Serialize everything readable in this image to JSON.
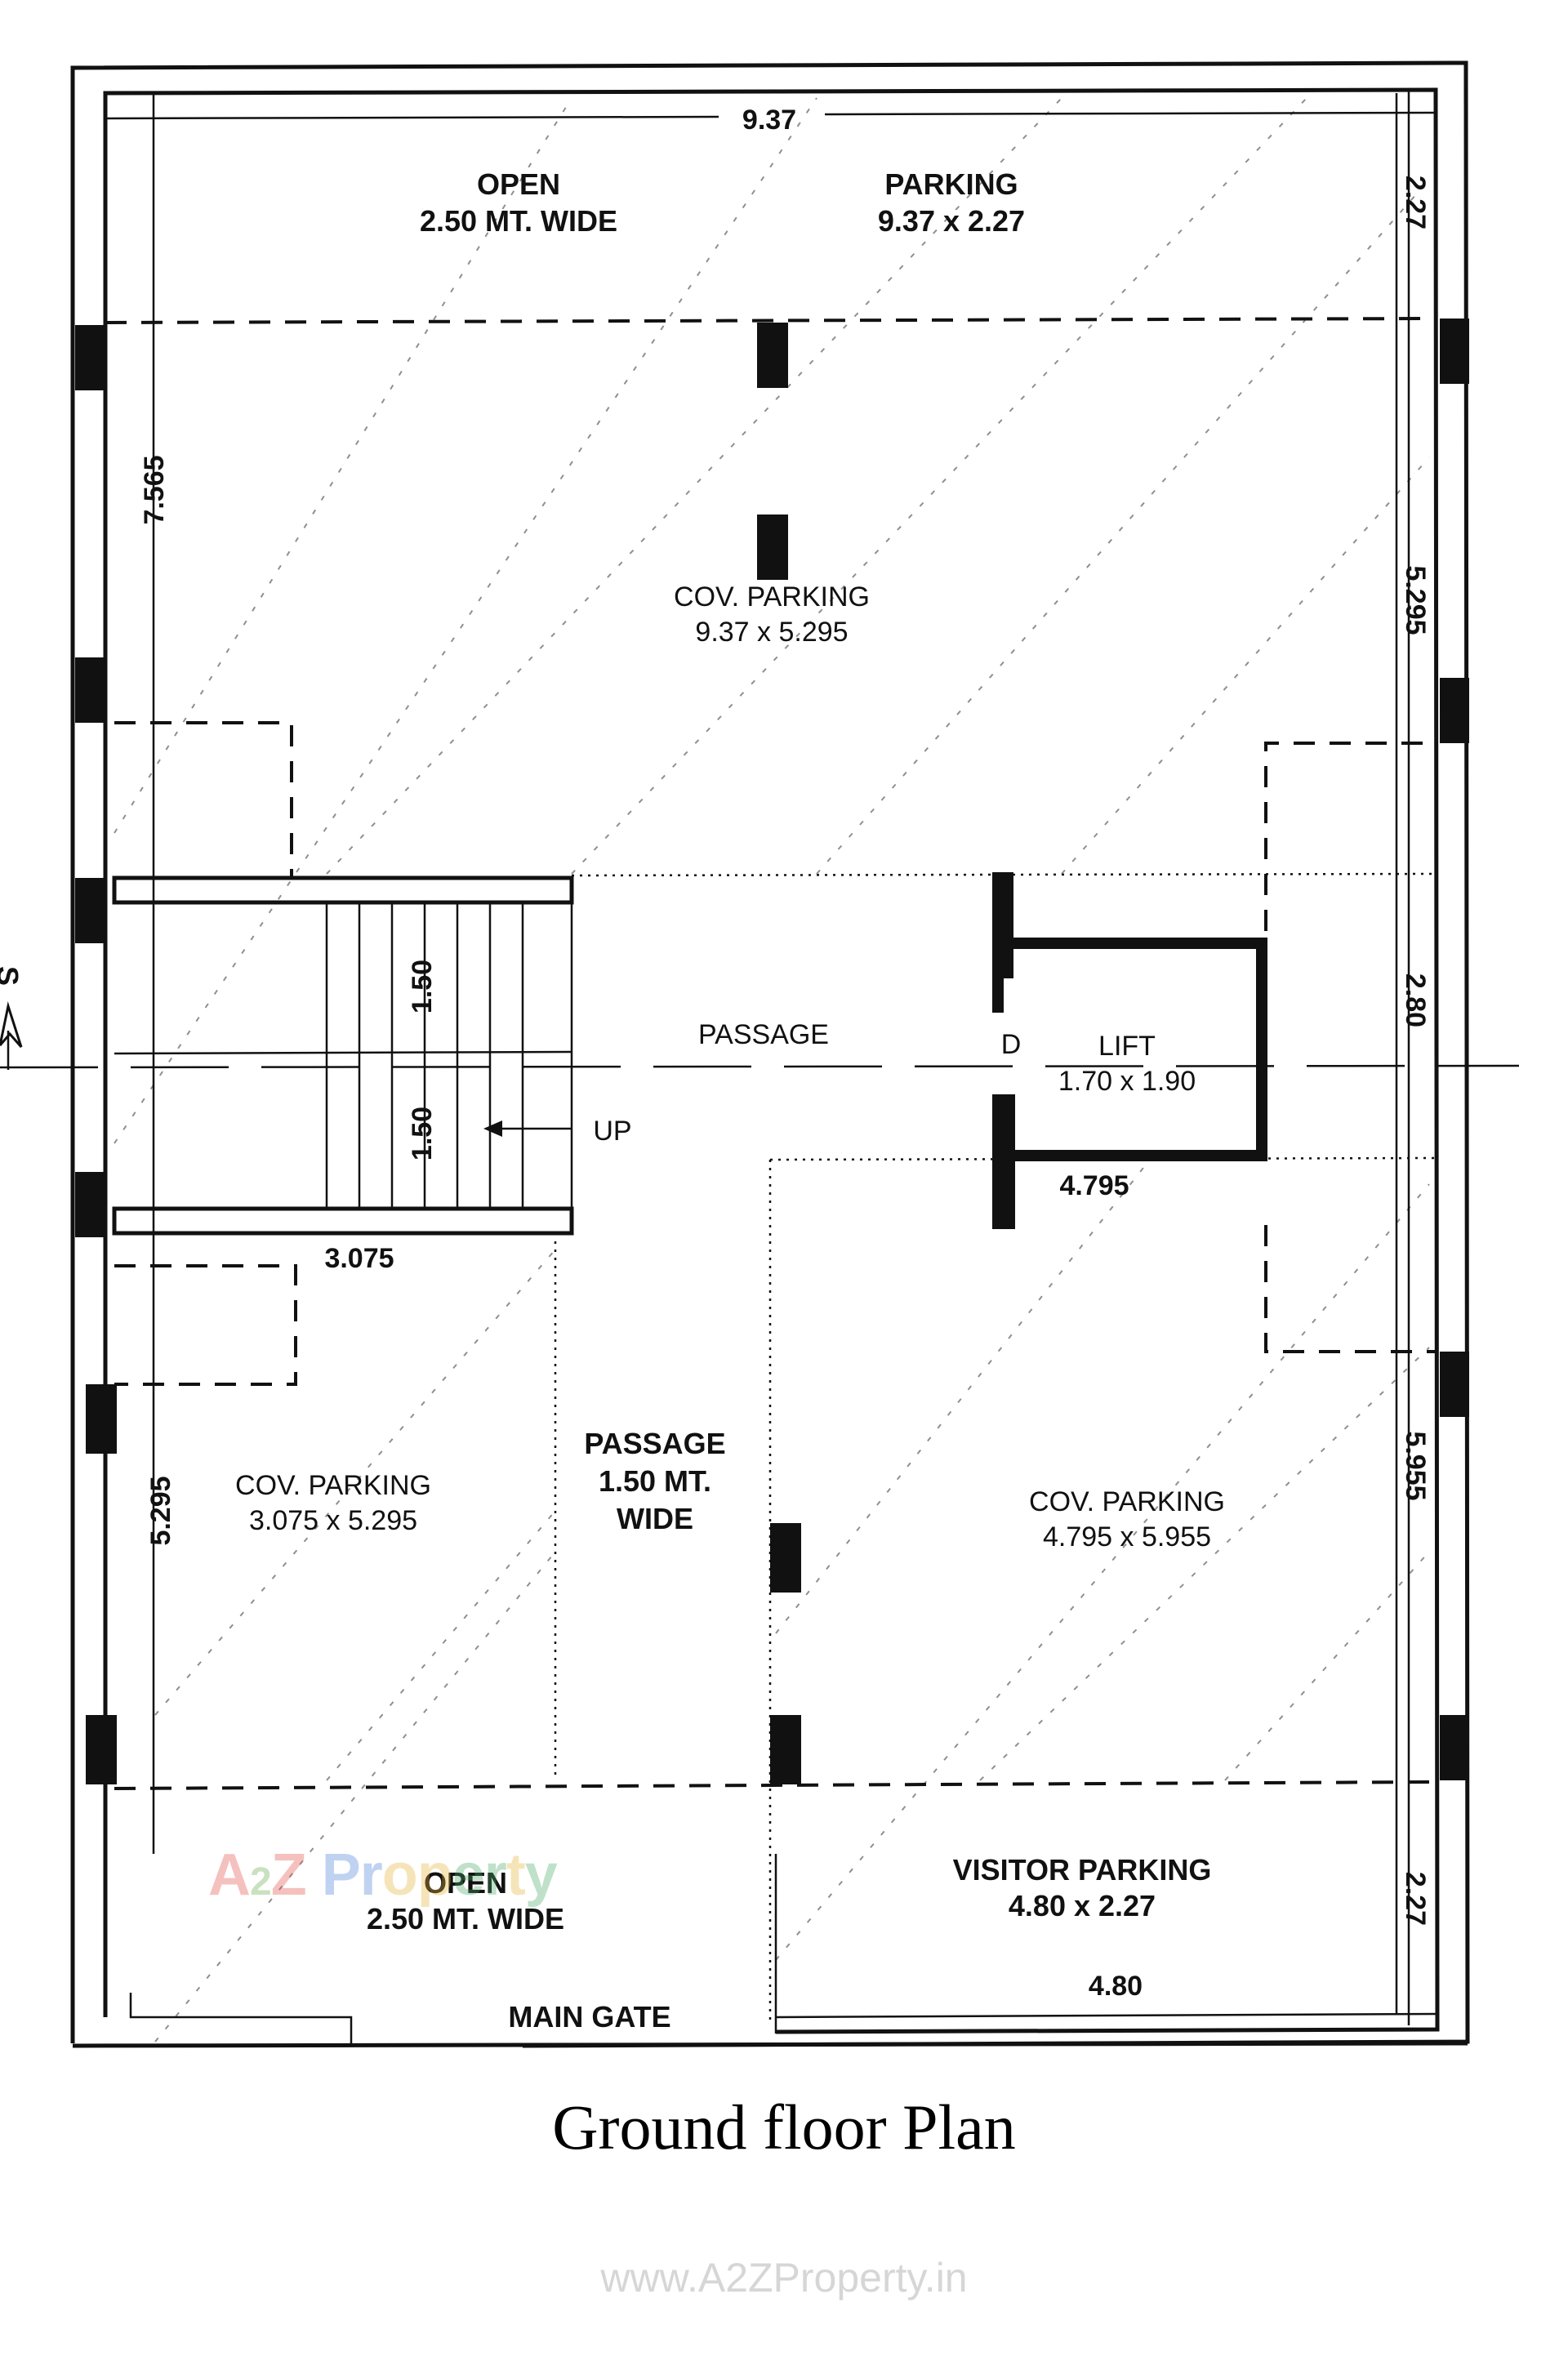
{
  "title": "Ground floor Plan",
  "watermarks": {
    "site": "www.A2ZProperty.in",
    "logo_parts": [
      "A",
      "2",
      "Z",
      " ",
      "P",
      "r",
      "o",
      "p",
      "e",
      "r",
      "t",
      "y"
    ],
    "logo_colors": [
      "#e0504a",
      "#6aaa4a",
      "#e0504a",
      "#ffffff",
      "#4a7fd8",
      "#4a7fd8",
      "#e6b53a",
      "#e6b53a",
      "#4aaa6a",
      "#4aaa6a",
      "#e6b53a",
      "#4aaa6a"
    ]
  },
  "rooms": {
    "open_top": {
      "line1": "OPEN",
      "line2": "2.50 MT. WIDE"
    },
    "parking_top": {
      "line1": "PARKING",
      "line2": "9.37 x 2.27"
    },
    "cov_parking_main": {
      "line1": "COV. PARKING",
      "line2": "9.37 x 5.295"
    },
    "passage": {
      "line1": "PASSAGE"
    },
    "lift": {
      "door": "D",
      "line1": "LIFT",
      "line2": "1.70 x 1.90"
    },
    "stair_up": "UP",
    "cov_parking_left": {
      "line1": "COV. PARKING",
      "line2": "3.075 x 5.295"
    },
    "passage_wide": {
      "line1": "PASSAGE",
      "line2": "1.50 MT.",
      "line3": "WIDE"
    },
    "cov_parking_right": {
      "line1": "COV. PARKING",
      "line2": "4.795 x 5.955"
    },
    "open_bottom": {
      "line1": "OPEN",
      "line2": "2.50 MT. WIDE"
    },
    "visitor_parking": {
      "line1": "VISITOR PARKING",
      "line2": "4.80 x 2.27"
    },
    "main_gate": "MAIN GATE"
  },
  "dimensions": {
    "top_width": "9.37",
    "right_top": "2.27",
    "left_upper": "7.565",
    "right_mid": "5.295",
    "stair_upper": "1.50",
    "stair_lower": "1.50",
    "right_lift": "2.80",
    "lift_width": "4.795",
    "left_lower_width": "3.075",
    "left_lower_height": "5.295",
    "right_lower": "5.955",
    "right_bottom": "2.27",
    "visitor_width": "4.80"
  },
  "section_marker": "S"
}
